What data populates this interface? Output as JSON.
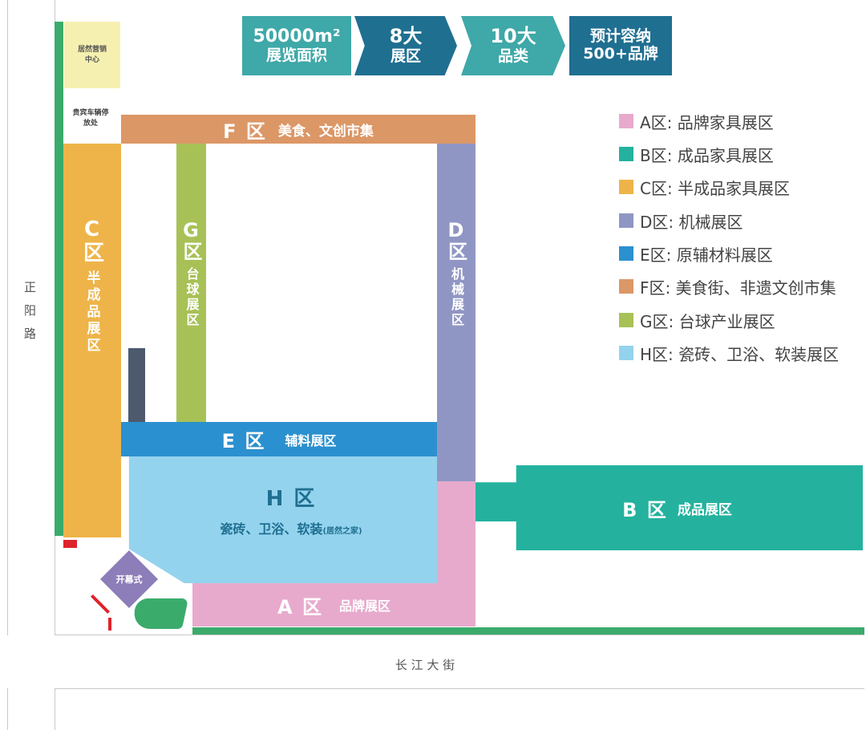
{
  "stats": [
    {
      "top": "50000m²",
      "bottom": "展览面积"
    },
    {
      "top": "8大",
      "bottom": "展区"
    },
    {
      "top": "10大",
      "bottom": "品类"
    },
    {
      "top": "预计容纳",
      "bottom": "500+品牌"
    }
  ],
  "colors": {
    "A": "#e7aacd",
    "B": "#24b29e",
    "C": "#eeb44a",
    "D": "#9096c4",
    "E": "#2b90cf",
    "F": "#dc9766",
    "G": "#a8c157",
    "H": "#94d3ee",
    "stat_light": "#3fa8a8",
    "stat_dark": "#1f6f91",
    "green_border": "#3bab6c",
    "ceremony": "#8d7db8",
    "marketing": "#f6f0b0",
    "red": "#e0232b"
  },
  "legend": [
    {
      "zone": "A",
      "label": "A区: 品牌家具展区"
    },
    {
      "zone": "B",
      "label": "B区: 成品家具展区"
    },
    {
      "zone": "C",
      "label": "C区: 半成品家具展区"
    },
    {
      "zone": "D",
      "label": "D区: 机械展区"
    },
    {
      "zone": "E",
      "label": "E区: 原辅材料展区"
    },
    {
      "zone": "F",
      "label": "F区: 美食街、非遗文创市集"
    },
    {
      "zone": "G",
      "label": "G区: 台球产业展区"
    },
    {
      "zone": "H",
      "label": "H区: 瓷砖、卫浴、软装展区"
    }
  ],
  "zones": {
    "A": {
      "title": "A 区",
      "desc": "品牌展区"
    },
    "B": {
      "title": "B 区",
      "desc": "成品展区"
    },
    "C": {
      "title": "C区",
      "desc": "半成品展区"
    },
    "D": {
      "title": "D区",
      "desc": "机械展区"
    },
    "E": {
      "title": "E 区",
      "desc": "辅料展区"
    },
    "F": {
      "title": "F 区",
      "desc": "美食、文创市集"
    },
    "G": {
      "title": "G区",
      "desc": "台球展区"
    },
    "H": {
      "title": "H 区",
      "desc": "瓷砖、卫浴、软装",
      "note": "(居然之家)"
    }
  },
  "labels": {
    "marketing_center": "居然营销中心",
    "vip_parking": "贵宾车辆停放处",
    "opening_ceremony": "开幕式",
    "road_left": "正阳路",
    "road_bottom": "长 江 大 街"
  }
}
